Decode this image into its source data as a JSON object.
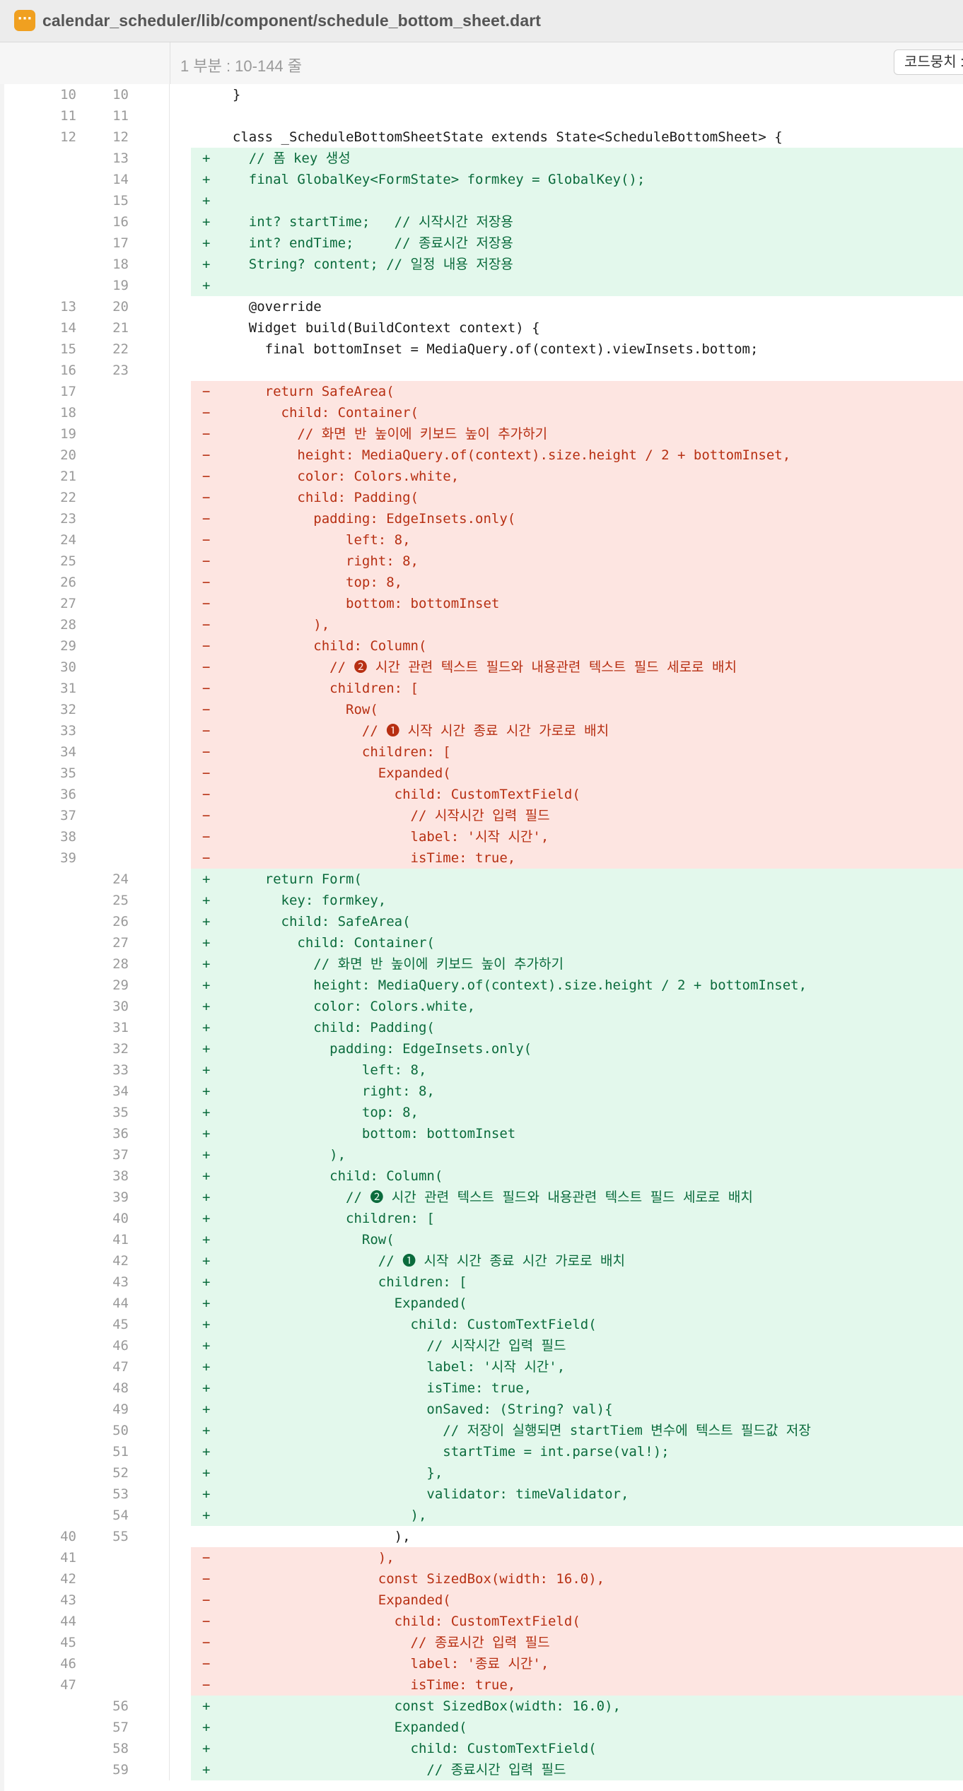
{
  "file": {
    "icon": "menu-dots-icon",
    "icon_glyph": "···",
    "path": "calendar_scheduler/lib/component/schedule_bottom_sheet.dart"
  },
  "hunk": {
    "label": "1 부분 : 10-144 줄",
    "coding_button": "코드뭉치 :"
  },
  "colors": {
    "added_bg": "#e3f8ec",
    "added_text": "#0a6b3c",
    "removed_bg": "#fde5e1",
    "removed_text": "#b72f12",
    "file_icon": "#f0a020"
  },
  "lines": [
    {
      "type": "ctx",
      "old": "10",
      "new": "10",
      "marker": "",
      "code": "  }"
    },
    {
      "type": "ctx",
      "old": "11",
      "new": "11",
      "marker": "",
      "code": ""
    },
    {
      "type": "ctx",
      "old": "12",
      "new": "12",
      "marker": "",
      "code": "  class _ScheduleBottomSheetState extends State<ScheduleBottomSheet> {"
    },
    {
      "type": "add",
      "old": "",
      "new": "13",
      "marker": "+",
      "code": "    // 폼 key 생성"
    },
    {
      "type": "add",
      "old": "",
      "new": "14",
      "marker": "+",
      "code": "    final GlobalKey<FormState> formkey = GlobalKey();"
    },
    {
      "type": "add",
      "old": "",
      "new": "15",
      "marker": "+",
      "code": ""
    },
    {
      "type": "add",
      "old": "",
      "new": "16",
      "marker": "+",
      "code": "    int? startTime;   // 시작시간 저장용"
    },
    {
      "type": "add",
      "old": "",
      "new": "17",
      "marker": "+",
      "code": "    int? endTime;     // 종료시간 저장용"
    },
    {
      "type": "add",
      "old": "",
      "new": "18",
      "marker": "+",
      "code": "    String? content; // 일정 내용 저장용"
    },
    {
      "type": "add",
      "old": "",
      "new": "19",
      "marker": "+",
      "code": ""
    },
    {
      "type": "ctx",
      "old": "13",
      "new": "20",
      "marker": "",
      "code": "    @override"
    },
    {
      "type": "ctx",
      "old": "14",
      "new": "21",
      "marker": "",
      "code": "    Widget build(BuildContext context) {"
    },
    {
      "type": "ctx",
      "old": "15",
      "new": "22",
      "marker": "",
      "code": "      final bottomInset = MediaQuery.of(context).viewInsets.bottom;"
    },
    {
      "type": "ctx",
      "old": "16",
      "new": "23",
      "marker": "",
      "code": ""
    },
    {
      "type": "del",
      "old": "17",
      "new": "",
      "marker": "−",
      "code": "      return SafeArea("
    },
    {
      "type": "del",
      "old": "18",
      "new": "",
      "marker": "−",
      "code": "        child: Container("
    },
    {
      "type": "del",
      "old": "19",
      "new": "",
      "marker": "−",
      "code": "          // 화면 반 높이에 키보드 높이 추가하기"
    },
    {
      "type": "del",
      "old": "20",
      "new": "",
      "marker": "−",
      "code": "          height: MediaQuery.of(context).size.height / 2 + bottomInset,"
    },
    {
      "type": "del",
      "old": "21",
      "new": "",
      "marker": "−",
      "code": "          color: Colors.white,"
    },
    {
      "type": "del",
      "old": "22",
      "new": "",
      "marker": "−",
      "code": "          child: Padding("
    },
    {
      "type": "del",
      "old": "23",
      "new": "",
      "marker": "−",
      "code": "            padding: EdgeInsets.only("
    },
    {
      "type": "del",
      "old": "24",
      "new": "",
      "marker": "−",
      "code": "                left: 8,"
    },
    {
      "type": "del",
      "old": "25",
      "new": "",
      "marker": "−",
      "code": "                right: 8,"
    },
    {
      "type": "del",
      "old": "26",
      "new": "",
      "marker": "−",
      "code": "                top: 8,"
    },
    {
      "type": "del",
      "old": "27",
      "new": "",
      "marker": "−",
      "code": "                bottom: bottomInset"
    },
    {
      "type": "del",
      "old": "28",
      "new": "",
      "marker": "−",
      "code": "            ),"
    },
    {
      "type": "del",
      "old": "29",
      "new": "",
      "marker": "−",
      "code": "            child: Column("
    },
    {
      "type": "del",
      "old": "30",
      "new": "",
      "marker": "−",
      "code": "              // ❷ 시간 관련 텍스트 필드와 내용관련 텍스트 필드 세로로 배치"
    },
    {
      "type": "del",
      "old": "31",
      "new": "",
      "marker": "−",
      "code": "              children: ["
    },
    {
      "type": "del",
      "old": "32",
      "new": "",
      "marker": "−",
      "code": "                Row("
    },
    {
      "type": "del",
      "old": "33",
      "new": "",
      "marker": "−",
      "code": "                  // ❶ 시작 시간 종료 시간 가로로 배치"
    },
    {
      "type": "del",
      "old": "34",
      "new": "",
      "marker": "−",
      "code": "                  children: ["
    },
    {
      "type": "del",
      "old": "35",
      "new": "",
      "marker": "−",
      "code": "                    Expanded("
    },
    {
      "type": "del",
      "old": "36",
      "new": "",
      "marker": "−",
      "code": "                      child: CustomTextField("
    },
    {
      "type": "del",
      "old": "37",
      "new": "",
      "marker": "−",
      "code": "                        // 시작시간 입력 필드"
    },
    {
      "type": "del",
      "old": "38",
      "new": "",
      "marker": "−",
      "code": "                        label: '시작 시간',"
    },
    {
      "type": "del",
      "old": "39",
      "new": "",
      "marker": "−",
      "code": "                        isTime: true,"
    },
    {
      "type": "add",
      "old": "",
      "new": "24",
      "marker": "+",
      "code": "      return Form("
    },
    {
      "type": "add",
      "old": "",
      "new": "25",
      "marker": "+",
      "code": "        key: formkey,"
    },
    {
      "type": "add",
      "old": "",
      "new": "26",
      "marker": "+",
      "code": "        child: SafeArea("
    },
    {
      "type": "add",
      "old": "",
      "new": "27",
      "marker": "+",
      "code": "          child: Container("
    },
    {
      "type": "add",
      "old": "",
      "new": "28",
      "marker": "+",
      "code": "            // 화면 반 높이에 키보드 높이 추가하기"
    },
    {
      "type": "add",
      "old": "",
      "new": "29",
      "marker": "+",
      "code": "            height: MediaQuery.of(context).size.height / 2 + bottomInset,"
    },
    {
      "type": "add",
      "old": "",
      "new": "30",
      "marker": "+",
      "code": "            color: Colors.white,"
    },
    {
      "type": "add",
      "old": "",
      "new": "31",
      "marker": "+",
      "code": "            child: Padding("
    },
    {
      "type": "add",
      "old": "",
      "new": "32",
      "marker": "+",
      "code": "              padding: EdgeInsets.only("
    },
    {
      "type": "add",
      "old": "",
      "new": "33",
      "marker": "+",
      "code": "                  left: 8,"
    },
    {
      "type": "add",
      "old": "",
      "new": "34",
      "marker": "+",
      "code": "                  right: 8,"
    },
    {
      "type": "add",
      "old": "",
      "new": "35",
      "marker": "+",
      "code": "                  top: 8,"
    },
    {
      "type": "add",
      "old": "",
      "new": "36",
      "marker": "+",
      "code": "                  bottom: bottomInset"
    },
    {
      "type": "add",
      "old": "",
      "new": "37",
      "marker": "+",
      "code": "              ),"
    },
    {
      "type": "add",
      "old": "",
      "new": "38",
      "marker": "+",
      "code": "              child: Column("
    },
    {
      "type": "add",
      "old": "",
      "new": "39",
      "marker": "+",
      "code": "                // ❷ 시간 관련 텍스트 필드와 내용관련 텍스트 필드 세로로 배치"
    },
    {
      "type": "add",
      "old": "",
      "new": "40",
      "marker": "+",
      "code": "                children: ["
    },
    {
      "type": "add",
      "old": "",
      "new": "41",
      "marker": "+",
      "code": "                  Row("
    },
    {
      "type": "add",
      "old": "",
      "new": "42",
      "marker": "+",
      "code": "                    // ❶ 시작 시간 종료 시간 가로로 배치"
    },
    {
      "type": "add",
      "old": "",
      "new": "43",
      "marker": "+",
      "code": "                    children: ["
    },
    {
      "type": "add",
      "old": "",
      "new": "44",
      "marker": "+",
      "code": "                      Expanded("
    },
    {
      "type": "add",
      "old": "",
      "new": "45",
      "marker": "+",
      "code": "                        child: CustomTextField("
    },
    {
      "type": "add",
      "old": "",
      "new": "46",
      "marker": "+",
      "code": "                          // 시작시간 입력 필드"
    },
    {
      "type": "add",
      "old": "",
      "new": "47",
      "marker": "+",
      "code": "                          label: '시작 시간',"
    },
    {
      "type": "add",
      "old": "",
      "new": "48",
      "marker": "+",
      "code": "                          isTime: true,"
    },
    {
      "type": "add",
      "old": "",
      "new": "49",
      "marker": "+",
      "code": "                          onSaved: (String? val){"
    },
    {
      "type": "add",
      "old": "",
      "new": "50",
      "marker": "+",
      "code": "                            // 저장이 실행되면 startTiem 변수에 텍스트 필드값 저장"
    },
    {
      "type": "add",
      "old": "",
      "new": "51",
      "marker": "+",
      "code": "                            startTime = int.parse(val!);"
    },
    {
      "type": "add",
      "old": "",
      "new": "52",
      "marker": "+",
      "code": "                          },"
    },
    {
      "type": "add",
      "old": "",
      "new": "53",
      "marker": "+",
      "code": "                          validator: timeValidator,"
    },
    {
      "type": "add",
      "old": "",
      "new": "54",
      "marker": "+",
      "code": "                        ),"
    },
    {
      "type": "ctx",
      "old": "40",
      "new": "55",
      "marker": "",
      "code": "                      ),"
    },
    {
      "type": "del",
      "old": "41",
      "new": "",
      "marker": "−",
      "code": "                    ),"
    },
    {
      "type": "del",
      "old": "42",
      "new": "",
      "marker": "−",
      "code": "                    const SizedBox(width: 16.0),"
    },
    {
      "type": "del",
      "old": "43",
      "new": "",
      "marker": "−",
      "code": "                    Expanded("
    },
    {
      "type": "del",
      "old": "44",
      "new": "",
      "marker": "−",
      "code": "                      child: CustomTextField("
    },
    {
      "type": "del",
      "old": "45",
      "new": "",
      "marker": "−",
      "code": "                        // 종료시간 입력 필드"
    },
    {
      "type": "del",
      "old": "46",
      "new": "",
      "marker": "−",
      "code": "                        label: '종료 시간',"
    },
    {
      "type": "del",
      "old": "47",
      "new": "",
      "marker": "−",
      "code": "                        isTime: true,"
    },
    {
      "type": "add",
      "old": "",
      "new": "56",
      "marker": "+",
      "code": "                      const SizedBox(width: 16.0),"
    },
    {
      "type": "add",
      "old": "",
      "new": "57",
      "marker": "+",
      "code": "                      Expanded("
    },
    {
      "type": "add",
      "old": "",
      "new": "58",
      "marker": "+",
      "code": "                        child: CustomTextField("
    },
    {
      "type": "add",
      "old": "",
      "new": "59",
      "marker": "+",
      "code": "                          // 종료시간 입력 필드"
    }
  ]
}
